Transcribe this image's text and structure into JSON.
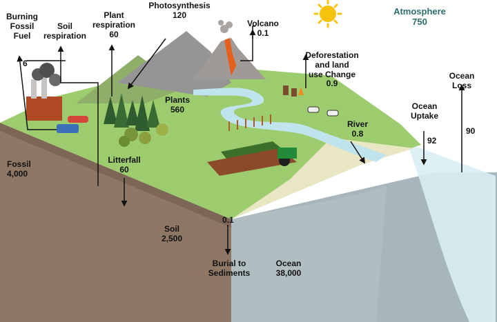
{
  "labels": {
    "atmosphere": {
      "name": "Atmosphere",
      "value": "750"
    },
    "burning_fossil_fuel": {
      "name_line1": "Burning",
      "name_line2": "Fossil",
      "name_line3": "Fuel",
      "value": "6"
    },
    "soil_respiration": {
      "name_line1": "Soil",
      "name_line2": "respiration"
    },
    "plant_respiration": {
      "name_line1": "Plant",
      "name_line2": "respiration",
      "value": "60"
    },
    "photosynthesis": {
      "name": "Photosynthesis",
      "value": "120"
    },
    "volcano": {
      "name": "Volcano",
      "value": "0.1"
    },
    "deforestation": {
      "name_line1": "Deforestation",
      "name_line2": "and land",
      "name_line3": "use Change",
      "value": "0.9"
    },
    "ocean_loss": {
      "name_line1": "Ocean",
      "name_line2": "Loss",
      "value": "90"
    },
    "ocean_uptake": {
      "name_line1": "Ocean",
      "name_line2": "Uptake",
      "value": "92"
    },
    "plants": {
      "name": "Plants",
      "value": "560"
    },
    "river": {
      "name": "River",
      "value": "0.8"
    },
    "fossil": {
      "name": "Fossil",
      "value": "4,000"
    },
    "litterfall": {
      "name": "Litterfall",
      "value": "60"
    },
    "soil": {
      "name": "Soil",
      "value": "2,500"
    },
    "burial": {
      "value": "0.1",
      "name_line1": "Burial to",
      "name_line2": "Sediments"
    },
    "ocean": {
      "name": "Ocean",
      "value": "38,000"
    }
  },
  "colors": {
    "grass": "#9dcc6e",
    "mountain": "#8f8f8f",
    "soil": "#8e7764",
    "ocean": "#a8b8bc",
    "ocean_surface": "#d8eef4",
    "river": "#bfe4ee",
    "sun": "#f5c20e",
    "atmosphere_text": "#2e6e6a"
  }
}
